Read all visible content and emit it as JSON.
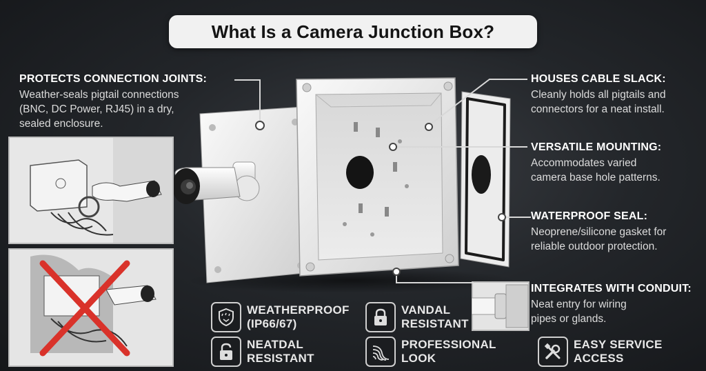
{
  "title": "What Is a Camera Junction Box?",
  "callouts": {
    "protects": {
      "heading": "PROTECTS CONNECTION JOINTS:",
      "line1": "Weather-seals pigtail connections",
      "line2": "(BNC, DC Power, RJ45) in a dry,",
      "line3": "sealed enclosure."
    },
    "cable_slack": {
      "heading": "HOUSES CABLE SLACK:",
      "line1": "Cleanly holds all pigtails and",
      "line2": "connectors for a neat install."
    },
    "mounting": {
      "heading": "VERSATILE MOUNTING:",
      "line1": "Accommodates varied",
      "line2": "camera base hole patterns."
    },
    "seal": {
      "heading": "WATERPROOF SEAL:",
      "line1": "Neoprene/silicone gasket for",
      "line2": "reliable outdoor protection."
    },
    "conduit": {
      "heading": "INTEGRATES WITH CONDUIT:",
      "line1": "Neat entry for wiring",
      "line2": "pipes or glands."
    }
  },
  "features": [
    {
      "icon": "shield-rain-icon",
      "line1": "WEATHERPROOF",
      "line2": "(IP66/67)"
    },
    {
      "icon": "lock-icon",
      "line1": "VANDAL",
      "line2": "RESISTANT"
    },
    {
      "icon": "unlock-icon",
      "line1": "NEATDAL",
      "line2": "RESISTANT"
    },
    {
      "icon": "cable-bundle-icon",
      "line1": "PROFESSIONAL",
      "line2": "LOOK"
    },
    {
      "icon": "tools-icon",
      "line1": "EASY SERVICE",
      "line2": "ACCESS"
    }
  ],
  "colors": {
    "background": "#23262a",
    "title_pill": "#f1f1f1",
    "text": "#ffffff",
    "cross": "#d9322a"
  }
}
